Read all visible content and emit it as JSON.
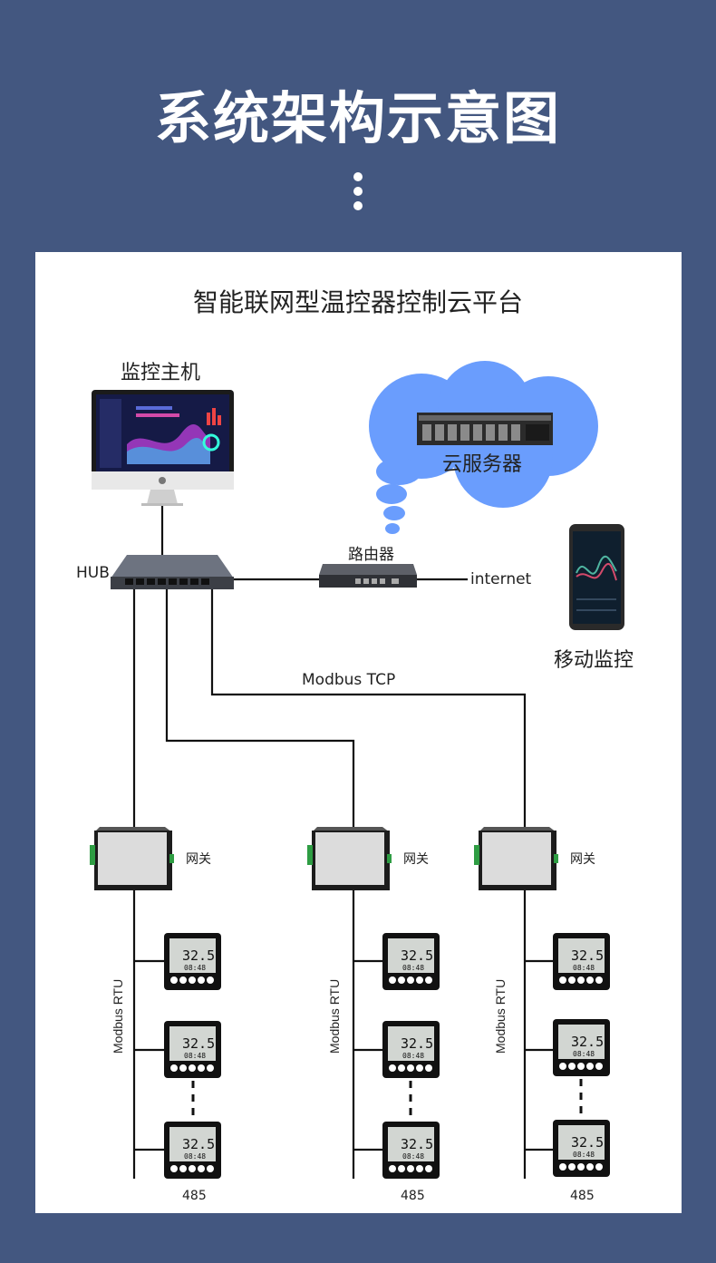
{
  "header": {
    "title": "系统架构示意图"
  },
  "diagram": {
    "title": "智能联网型温控器控制云平台",
    "monitor_host": "监控主机",
    "cloud_server": "云服务器",
    "router": "路由器",
    "hub": "HUB",
    "internet": "internet",
    "mobile_monitor": "移动监控",
    "modbus_tcp": "Modbus TCP",
    "gateway": "网关",
    "modbus_rtu": "Modbus RTU",
    "bus_485": "485",
    "thermostat_temp": "32.5",
    "thermostat_time": "08:48"
  },
  "colors": {
    "background": "#435780",
    "cloud": "#6a9dfd",
    "line": "#111111"
  }
}
